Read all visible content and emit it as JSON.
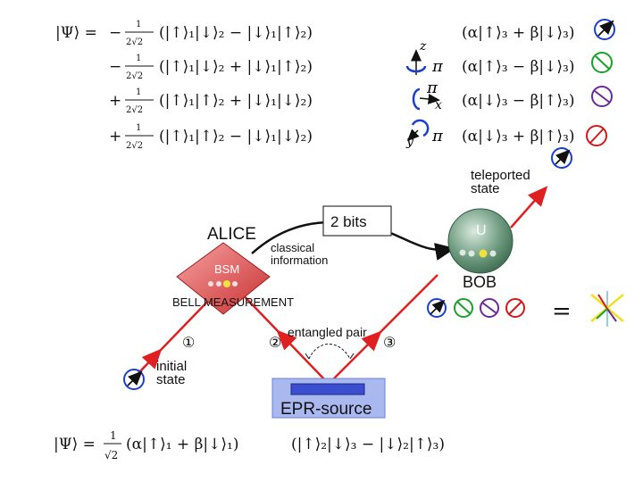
{
  "equations": {
    "psi_lhs": "|Ψ⟩ =",
    "rows": [
      {
        "sign": "−",
        "num": "1",
        "den": "2√2",
        "bell": "(|↑⟩₁|↓⟩₂ − |↓⟩₁|↑⟩₂)",
        "bob": "(α|↑⟩₃ + β|↓⟩₃)"
      },
      {
        "sign": "−",
        "num": "1",
        "den": "2√2",
        "bell": "(|↑⟩₁|↓⟩₂ + |↓⟩₁|↑⟩₂)",
        "bob": "(α|↑⟩₃ − β|↓⟩₃)"
      },
      {
        "sign": "+",
        "num": "1",
        "den": "2√2",
        "bell": "(|↑⟩₁|↑⟩₂ + |↓⟩₁|↓⟩₂)",
        "bob": "(α|↓⟩₃ − β|↑⟩₃)"
      },
      {
        "sign": "+",
        "num": "1",
        "den": "2√2",
        "bell": "(|↑⟩₁|↑⟩₂ − |↓⟩₁|↓⟩₂)",
        "bob": "(α|↓⟩₃ + β|↑⟩₃)"
      }
    ],
    "bottom_lhs": "|Ψ⟩ =",
    "bottom_num": "1",
    "bottom_den": "√2",
    "bottom_initial": "(α|↑⟩₁ + β|↓⟩₁)",
    "bottom_pair": "(|↑⟩₂|↓⟩₃ − |↓⟩₂|↑⟩₃)"
  },
  "rotations": {
    "z_label": "z",
    "x_label": "x",
    "y_label": "y",
    "pi": "π"
  },
  "labels": {
    "teleported_state": [
      "teleported",
      "state"
    ],
    "two_bits": "2 bits",
    "alice": "ALICE",
    "bsm": "BSM",
    "classical_info": [
      "classical",
      "information"
    ],
    "bell_measurement": "BELL MEASUREMENT",
    "u": "U",
    "bob": "BOB",
    "entangled_pair": "entangled pair",
    "initial_state": [
      "initial",
      "state"
    ],
    "epr_source": "EPR-source",
    "particle_1": "①",
    "particle_2": "②",
    "particle_3": "③",
    "equals": "="
  },
  "colors": {
    "beam": "#e02020",
    "alice_diamond": "#e34b4b",
    "bob_sphere": "#5f9e7a",
    "epr_box": "#3a4fd0",
    "epr_bg": "#aab8f0",
    "state_blue": "#1a3fd0",
    "state_green": "#1aa02a",
    "state_purple": "#6a2a9a",
    "state_red": "#d01a1a",
    "bits_box_border": "#333333"
  }
}
